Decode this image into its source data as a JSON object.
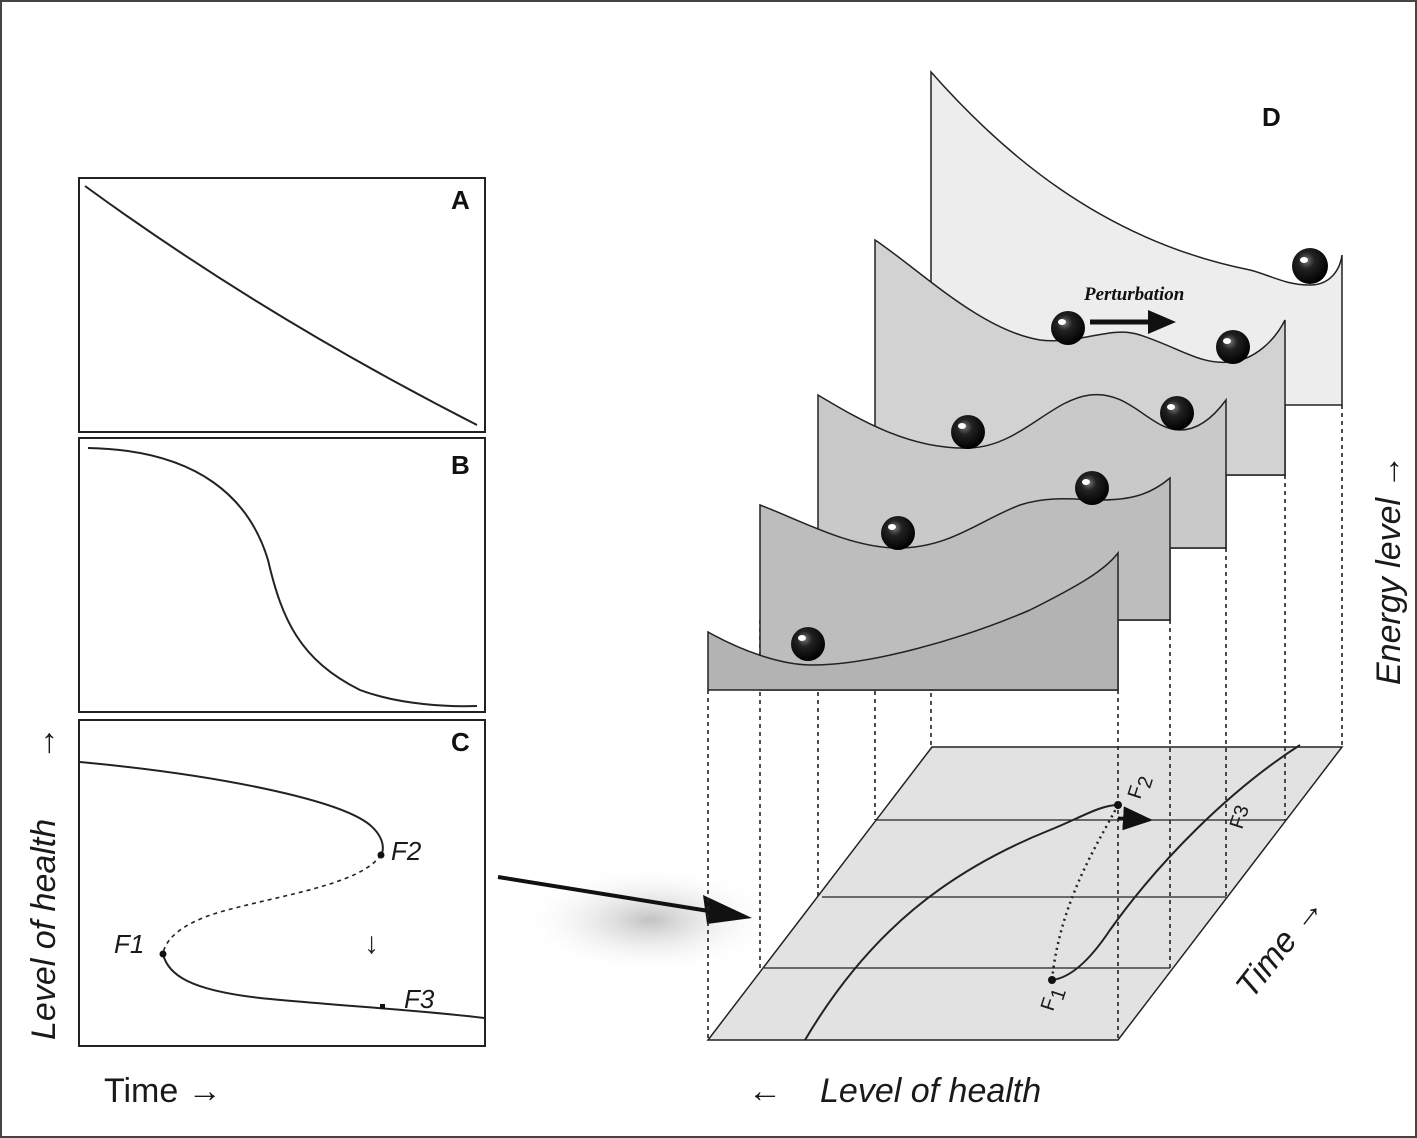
{
  "panels": {
    "a": {
      "letter": "A"
    },
    "b": {
      "letter": "B"
    },
    "c": {
      "letter": "C",
      "fold_labels": {
        "f1": "F1",
        "f2": "F2",
        "f3": "F3"
      },
      "transition_arrow": "↓"
    },
    "d": {
      "letter": "D",
      "perturbation_label": "Perturbation",
      "floor_labels": {
        "f1_main": "F",
        "f1_sub": "1",
        "f2_main": "F",
        "f2_sub": "2",
        "f3": "F3"
      }
    }
  },
  "left_axes": {
    "y_label": "Level of health",
    "y_arrow": "→",
    "x_label": "Time →"
  },
  "right_axes": {
    "x_arrow": "←",
    "x_label": "Level of health",
    "z_label": "Energy level →",
    "depth_label": "Time →"
  },
  "colors": {
    "outer_border": "#333333",
    "panel_fill": "#ffffff",
    "slice_back": "#ededed",
    "slice_4": "#d2d2d2",
    "slice_3": "#c9c9c9",
    "slice_2": "#bdbdbd",
    "slice_front": "#b3b3b3",
    "floor": "#e2e2e2",
    "ball": "#111111",
    "line": "#222222"
  },
  "icons": {
    "ball": "sphere-ball",
    "arrow": "big-arrow"
  }
}
